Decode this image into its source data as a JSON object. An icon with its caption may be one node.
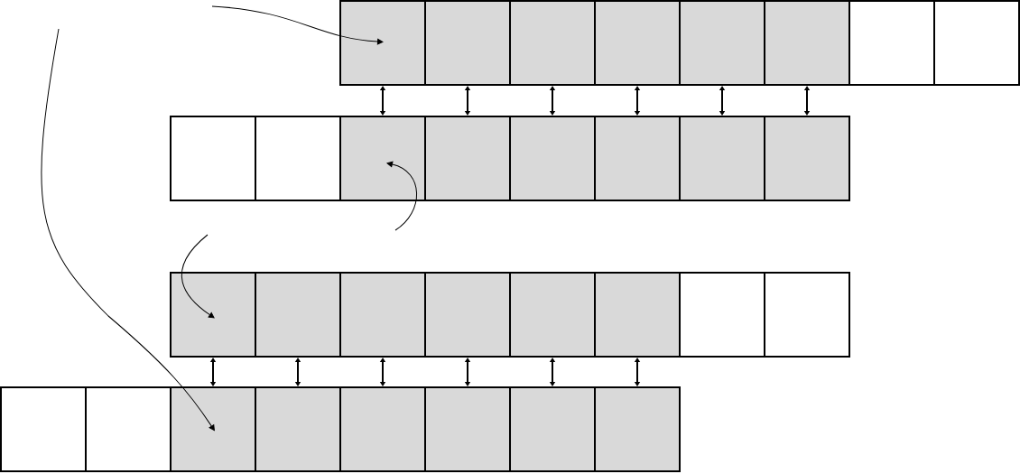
{
  "diagram": {
    "nodes": [
      {
        "text": [],
        "shape": "box"
      },
      {
        "text": [],
        "shape": "box"
      },
      {
        "text": [],
        "shape": "box"
      },
      {
        "text": [],
        "shape": "box"
      },
      {
        "text": [],
        "shape": "box"
      },
      {
        "text": [],
        "shape": "box"
      },
      {
        "text": [],
        "shape": "box"
      },
      {
        "text": [],
        "shape": "box"
      },
      {
        "text": [],
        "shape": "box"
      },
      {
        "text": [],
        "shape": "box"
      },
      {
        "text": [],
        "shape": "box"
      },
      {
        "text": [],
        "shape": "box"
      },
      {
        "text": [],
        "shape": "box"
      },
      {
        "text": [],
        "shape": "box"
      },
      {
        "text": [],
        "shape": "box"
      },
      {
        "text": [],
        "shape": "box"
      },
      {
        "text": [],
        "shape": "box"
      },
      {
        "text": [],
        "shape": "box"
      },
      {
        "text": [],
        "shape": "box"
      },
      {
        "text": [],
        "shape": "box"
      },
      {
        "text": [],
        "shape": "box"
      },
      {
        "text": [],
        "shape": "box"
      },
      {
        "text": [],
        "shape": "box"
      },
      {
        "text": [],
        "shape": "box"
      },
      {
        "text": [],
        "shape": "box"
      },
      {
        "text": [],
        "shape": "box"
      },
      {
        "text": [],
        "shape": "box"
      },
      {
        "text": [],
        "shape": "box"
      },
      {
        "text": [],
        "shape": "box"
      },
      {
        "text": [],
        "shape": "box"
      },
      {
        "text": [],
        "shape": "box"
      },
      {
        "text": [],
        "shape": "box"
      }
    ],
    "edges": [
      {
        "from": 0,
        "to": 10,
        "arrow": "both"
      },
      {
        "from": 1,
        "to": 11,
        "arrow": "both"
      },
      {
        "from": 2,
        "to": 12,
        "arrow": "both"
      },
      {
        "from": 3,
        "to": 13,
        "arrow": "both"
      },
      {
        "from": 4,
        "to": 14,
        "arrow": "both"
      },
      {
        "from": 5,
        "to": 15,
        "arrow": "both"
      },
      {
        "from": 16,
        "to": 26,
        "arrow": "both"
      },
      {
        "from": 17,
        "to": 27,
        "arrow": "both"
      },
      {
        "from": 18,
        "to": 28,
        "arrow": "both"
      },
      {
        "from": 19,
        "to": 29,
        "arrow": "both"
      },
      {
        "from": 20,
        "to": 30,
        "arrow": "both"
      },
      {
        "from": 21,
        "to": 31,
        "arrow": "both"
      },
      {
        "from": null,
        "to": 0,
        "arrow": "to"
      },
      {
        "from": null,
        "to": 10,
        "arrow": "to"
      },
      {
        "from": null,
        "to": 16,
        "arrow": "to"
      },
      {
        "from": null,
        "to": 26,
        "arrow": "to"
      }
    ]
  }
}
